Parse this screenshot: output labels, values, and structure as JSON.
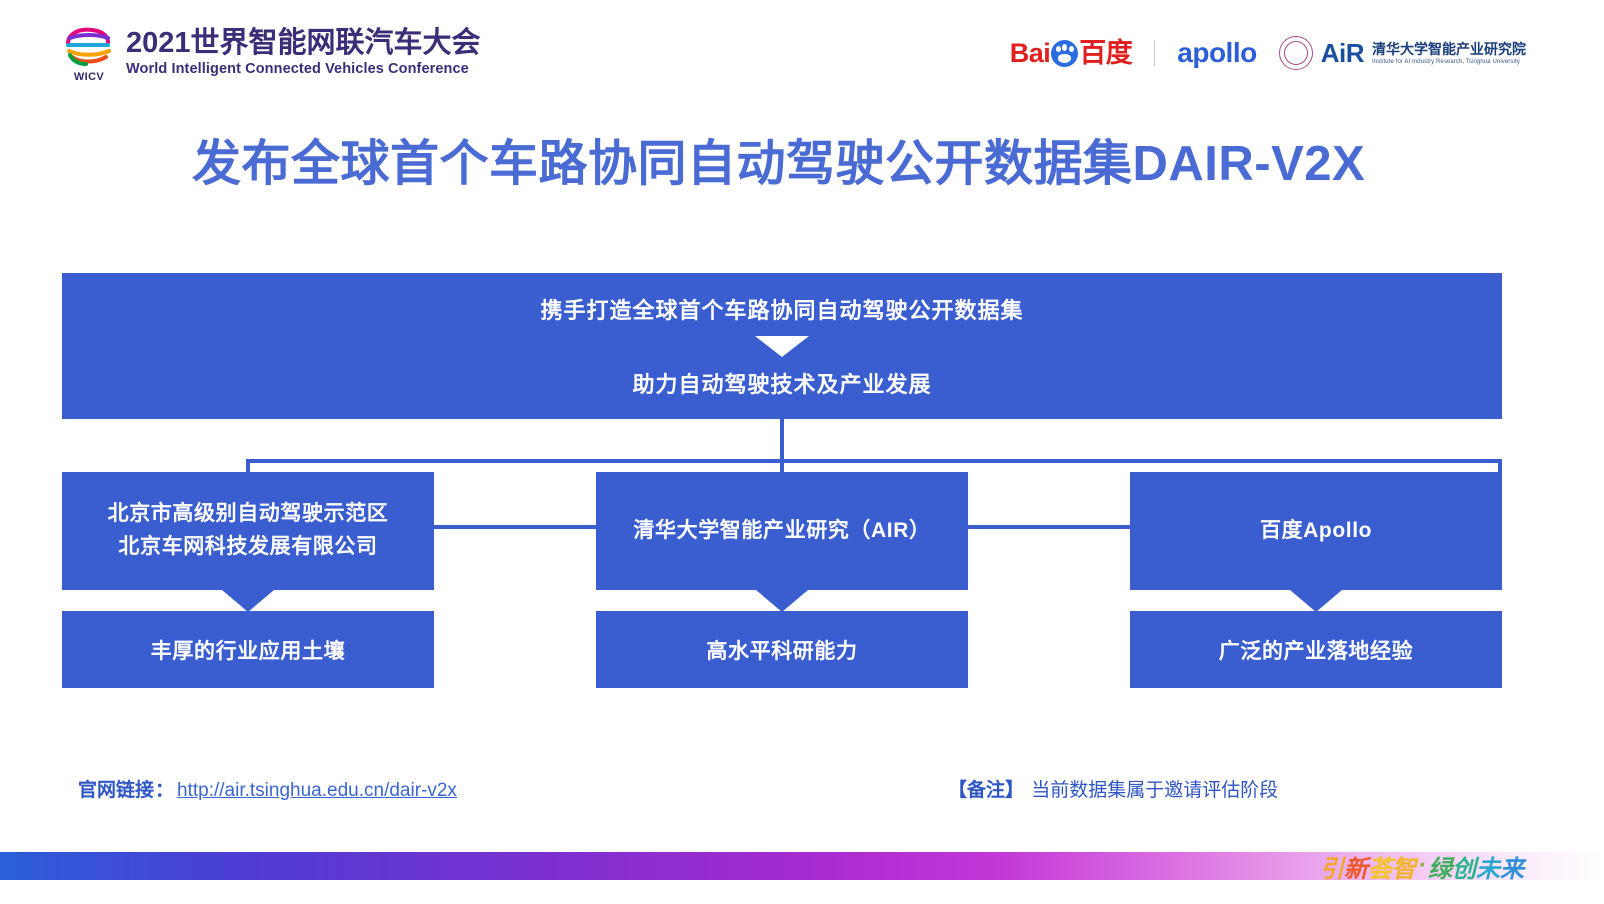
{
  "header": {
    "wicv": {
      "mark_word": "WICV",
      "title_cn": "2021世界智能网联汽车大会",
      "title_en": "World Intelligent Connected Vehicles Conference"
    },
    "partners": {
      "baidu_en": "Bai",
      "baidu_cn": "百度",
      "apollo": "apollo",
      "air_word": "AiR",
      "air_cn": "清华大学智能产业研究院",
      "air_en": "Institute for AI Industry Research, Tsinghua University"
    }
  },
  "page_title": "发布全球首个车路协同自动驾驶公开数据集DAIR-V2X",
  "diagram": {
    "top_box": {
      "line1": "携手打造全球首个车路协同自动驾驶公开数据集",
      "line2": "助力自动驾驶技术及产业发展"
    },
    "partners": [
      {
        "name_line1": "北京市高级别自动驾驶示范区",
        "name_line2": "北京车网科技发展有限公司",
        "strength": "丰厚的行业应用土壤"
      },
      {
        "name_line1": "清华大学智能产业研究（AIR）",
        "name_line2": "",
        "strength": "高水平科研能力"
      },
      {
        "name_line1": "百度Apollo",
        "name_line2": "",
        "strength": "广泛的产业落地经验"
      }
    ]
  },
  "footnotes": {
    "link_label": "官网链接",
    "link_colon": "：",
    "link_url": "http://air.tsinghua.edu.cn/dair-v2x",
    "note_tag": "【备注】",
    "note_body": "当前数据集属于邀请评估阶段"
  },
  "bottom": {
    "slogan_parts": [
      "引",
      "新",
      "荟",
      "智",
      "·",
      "绿",
      "创",
      "未",
      "来"
    ]
  },
  "colors": {
    "brand_blue": "#3a5ed0",
    "title_blue": "#4a6ad4",
    "link_blue": "#2f56c4",
    "baidu_red": "#e02020",
    "apollo_blue": "#2b5fd9"
  }
}
